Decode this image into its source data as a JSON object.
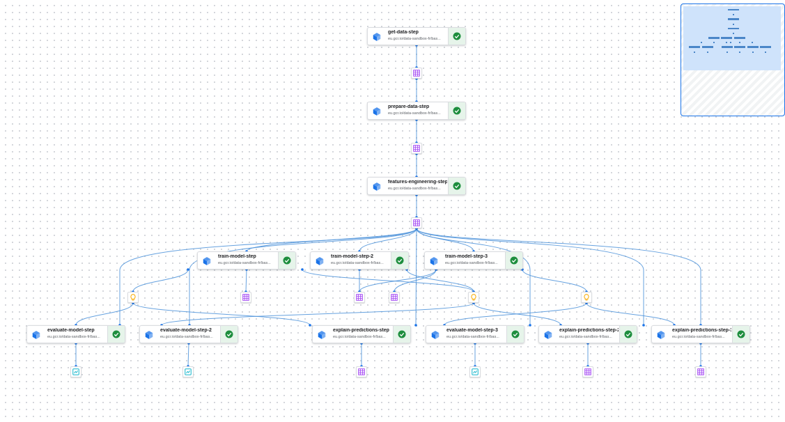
{
  "pipeline": {
    "nodes": [
      {
        "id": "get",
        "title": "get-data-step",
        "image": "eu.gcr.io/data-sandbox-fr/bas...",
        "status": "succeeded"
      },
      {
        "id": "prep",
        "title": "prepare-data-step",
        "image": "eu.gcr.io/data-sandbox-fr/bas...",
        "status": "succeeded"
      },
      {
        "id": "feat",
        "title": "features-engineering-step",
        "image": "eu.gcr.io/data-sandbox-fr/bas...",
        "status": "succeeded"
      },
      {
        "id": "t1",
        "title": "train-model-step",
        "image": "eu.gcr.io/data-sandbox-fr/bas...",
        "status": "succeeded"
      },
      {
        "id": "t2",
        "title": "train-model-step-2",
        "image": "eu.gcr.io/data-sandbox-fr/bas...",
        "status": "succeeded"
      },
      {
        "id": "t3",
        "title": "train-model-step-3",
        "image": "eu.gcr.io/data-sandbox-fr/bas...",
        "status": "succeeded"
      },
      {
        "id": "e1",
        "title": "evaluate-model-step",
        "image": "eu.gcr.io/data-sandbox-fr/bas...",
        "status": "succeeded"
      },
      {
        "id": "e2",
        "title": "evaluate-model-step-2",
        "image": "eu.gcr.io/data-sandbox-fr/bas...",
        "status": "succeeded"
      },
      {
        "id": "x1",
        "title": "explain-predictions-step",
        "image": "eu.gcr.io/data-sandbox-fr/bas...",
        "status": "succeeded"
      },
      {
        "id": "e3",
        "title": "evaluate-model-step-3",
        "image": "eu.gcr.io/data-sandbox-fr/bas...",
        "status": "succeeded"
      },
      {
        "id": "x2",
        "title": "explain-predictions-step-2",
        "image": "eu.gcr.io/data-sandbox-fr/bas...",
        "status": "succeeded"
      },
      {
        "id": "x3",
        "title": "explain-predictions-step-3",
        "image": "eu.gcr.io/data-sandbox-fr/bas...",
        "status": "succeeded"
      }
    ],
    "artifacts": [
      {
        "id": "a_get",
        "kind": "dataset",
        "producer": "get"
      },
      {
        "id": "a_prep",
        "kind": "dataset",
        "producer": "prep"
      },
      {
        "id": "a_feat",
        "kind": "dataset",
        "producer": "feat"
      },
      {
        "id": "m1",
        "kind": "model",
        "producer": "t1"
      },
      {
        "id": "d1",
        "kind": "dataset",
        "producer": "t1"
      },
      {
        "id": "d2",
        "kind": "dataset",
        "producer": "t2"
      },
      {
        "id": "d3",
        "kind": "dataset",
        "producer": "t3"
      },
      {
        "id": "m2",
        "kind": "model",
        "producer": "t2"
      },
      {
        "id": "m3",
        "kind": "model",
        "producer": "t3"
      },
      {
        "id": "mt1",
        "kind": "metrics",
        "producer": "e1"
      },
      {
        "id": "mt2",
        "kind": "metrics",
        "producer": "e2"
      },
      {
        "id": "o_x1",
        "kind": "dataset",
        "producer": "x1"
      },
      {
        "id": "mt3",
        "kind": "metrics",
        "producer": "e3"
      },
      {
        "id": "o_x2",
        "kind": "dataset",
        "producer": "x2"
      },
      {
        "id": "o_x3",
        "kind": "dataset",
        "producer": "x3"
      }
    ],
    "edges": [
      [
        "get",
        "a_get"
      ],
      [
        "a_get",
        "prep"
      ],
      [
        "prep",
        "a_prep"
      ],
      [
        "a_prep",
        "feat"
      ],
      [
        "feat",
        "a_feat"
      ],
      [
        "a_feat",
        "t1"
      ],
      [
        "a_feat",
        "t2"
      ],
      [
        "a_feat",
        "t3"
      ],
      [
        "a_feat",
        "e1"
      ],
      [
        "a_feat",
        "e2"
      ],
      [
        "a_feat",
        "x1"
      ],
      [
        "a_feat",
        "e3"
      ],
      [
        "a_feat",
        "x2"
      ],
      [
        "a_feat",
        "x3"
      ],
      [
        "t1",
        "m1"
      ],
      [
        "t1",
        "d1"
      ],
      [
        "t2",
        "d2"
      ],
      [
        "t2",
        "m2"
      ],
      [
        "t3",
        "d3"
      ],
      [
        "t3",
        "m3"
      ],
      [
        "m1",
        "e1"
      ],
      [
        "m1",
        "x1"
      ],
      [
        "m2",
        "e2"
      ],
      [
        "m2",
        "x2"
      ],
      [
        "m3",
        "e3"
      ],
      [
        "m3",
        "x3"
      ],
      [
        "t1",
        "m2"
      ],
      [
        "t3",
        "d2"
      ],
      [
        "e1",
        "mt1"
      ],
      [
        "e2",
        "mt2"
      ],
      [
        "x1",
        "o_x1"
      ],
      [
        "e3",
        "mt3"
      ],
      [
        "x2",
        "o_x2"
      ],
      [
        "x3",
        "o_x3"
      ]
    ]
  },
  "colors": {
    "edge": "#4a90d9",
    "port": "#1a73e8",
    "component_icon": "#1a73e8",
    "success": "#1e8e3e",
    "success_bg": "#e6f4ea",
    "dataset_icon": "#a142f4",
    "model_icon": "#f9ab00",
    "metrics_icon": "#12b5cb"
  },
  "icons": {
    "component": "cube-icon",
    "status": "check-circle-icon",
    "dataset": "table-icon",
    "model": "lightbulb-icon",
    "metrics": "metrics-icon"
  },
  "minimap": {
    "label": ""
  }
}
